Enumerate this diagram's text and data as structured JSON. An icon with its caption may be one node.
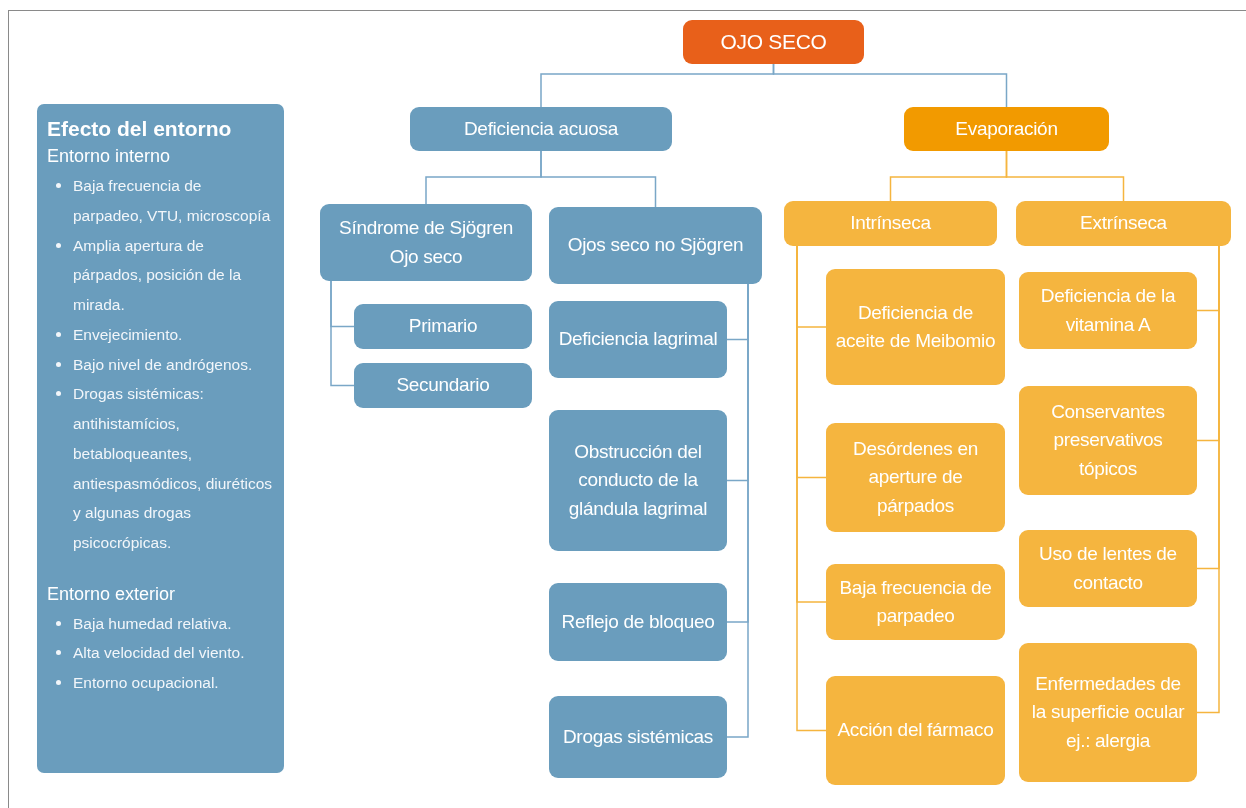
{
  "diagram": {
    "nodes": [
      {
        "text": [
          "Efecto del entorno",
          "Entorno interno",
          "Baja frecuencia de parpadeo, VTU, microscopía",
          "Amplia apertura de párpados, posición de la mirada.",
          "Envejecimiento.",
          "Bajo nivel de andrógenos.",
          "Drogas sistémicas: antihistamícios, betabloqueantes, antiespasmódicos, diuréticos y algunas drogas psicocrópicas.",
          "Entorno exterior",
          "Baja humedad relativa.",
          "Alta velocidad del viento.",
          "Entorno ocupacional."
        ]
      },
      {
        "text": [
          "OJO SECO"
        ]
      },
      {
        "text": [
          "Deficiencia acuosa"
        ]
      },
      {
        "text": [
          "Evaporación"
        ]
      },
      {
        "text": [
          "Síndrome de Sjögren Ojo seco"
        ]
      },
      {
        "text": [
          "Ojos seco no Sjögren"
        ]
      },
      {
        "text": [
          "Intrínseca"
        ]
      },
      {
        "text": [
          "Extrínseca"
        ]
      },
      {
        "text": [
          "Primario"
        ]
      },
      {
        "text": [
          "Secundario"
        ]
      },
      {
        "text": [
          "Deficiencia lagrimal"
        ]
      },
      {
        "text": [
          "Obstrucción del conducto de la glándula lagrimal"
        ]
      },
      {
        "text": [
          "Reflejo de bloqueo"
        ]
      },
      {
        "text": [
          "Drogas sistémicas"
        ]
      },
      {
        "text": [
          "Deficiencia de aceite de Meibomio"
        ]
      },
      {
        "text": [
          "Desórdenes en aperture de párpados"
        ]
      },
      {
        "text": [
          "Baja frecuencia de parpadeo"
        ]
      },
      {
        "text": [
          "Acción del fármaco"
        ]
      },
      {
        "text": [
          "Deficiencia de la vitamina A"
        ]
      },
      {
        "text": [
          "Conservantes preservativos tópicos"
        ]
      },
      {
        "text": [
          "Uso de lentes de contacto"
        ]
      },
      {
        "text": [
          "Enfermedades de la superficie ocular ej.: alergia"
        ]
      }
    ],
    "edges": [
      {
        "from": 1,
        "to": 2,
        "arrow": "none"
      },
      {
        "from": 1,
        "to": 3,
        "arrow": "none"
      },
      {
        "from": 2,
        "to": 4,
        "arrow": "none"
      },
      {
        "from": 2,
        "to": 5,
        "arrow": "none"
      },
      {
        "from": 3,
        "to": 6,
        "arrow": "none",
        "color": "#f5b53f"
      },
      {
        "from": 3,
        "to": 7,
        "arrow": "none",
        "color": "#f5b53f"
      },
      {
        "from": 4,
        "to": 8,
        "arrow": "none"
      },
      {
        "from": 4,
        "to": 9,
        "arrow": "none"
      },
      {
        "from": 5,
        "to": 10,
        "arrow": "none"
      },
      {
        "from": 5,
        "to": 11,
        "arrow": "none"
      },
      {
        "from": 5,
        "to": 12,
        "arrow": "none"
      },
      {
        "from": 5,
        "to": 13,
        "arrow": "none"
      },
      {
        "from": 6,
        "to": 14,
        "arrow": "none",
        "color": "#f5b53f"
      },
      {
        "from": 6,
        "to": 15,
        "arrow": "none",
        "color": "#f5b53f"
      },
      {
        "from": 6,
        "to": 16,
        "arrow": "none",
        "color": "#f5b53f"
      },
      {
        "from": 6,
        "to": 17,
        "arrow": "none",
        "color": "#f5b53f"
      },
      {
        "from": 7,
        "to": 18,
        "arrow": "none",
        "color": "#f5b53f"
      },
      {
        "from": 7,
        "to": 19,
        "arrow": "none",
        "color": "#f5b53f"
      },
      {
        "from": 7,
        "to": 20,
        "arrow": "none",
        "color": "#f5b53f"
      },
      {
        "from": 7,
        "to": 21,
        "arrow": "none",
        "color": "#f5b53f"
      }
    ]
  }
}
